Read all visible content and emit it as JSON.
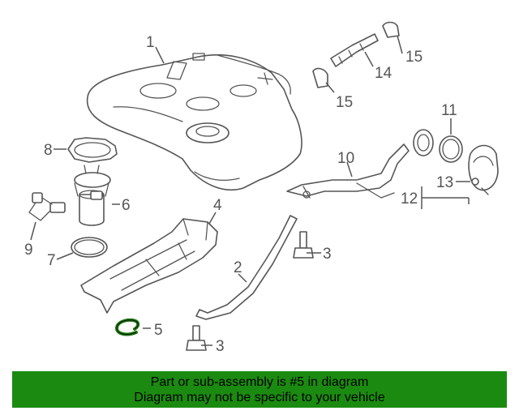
{
  "colors": {
    "banner_bg": "#1b8a10",
    "highlight": "#1b7a0c",
    "line": "#555555"
  },
  "callouts": {
    "c1": "1",
    "c2": "2",
    "c3a": "3",
    "c3b": "3",
    "c4": "4",
    "c5": "5",
    "c6": "6",
    "c7": "7",
    "c8": "8",
    "c9": "9",
    "c10": "10",
    "c11": "11",
    "c12": "12",
    "c13": "13",
    "c14": "14",
    "c15a": "15",
    "c15b": "15"
  },
  "banner": {
    "line1": "Part or sub-assembly is #5 in diagram",
    "line2": "Diagram may not be specific to your vehicle"
  }
}
